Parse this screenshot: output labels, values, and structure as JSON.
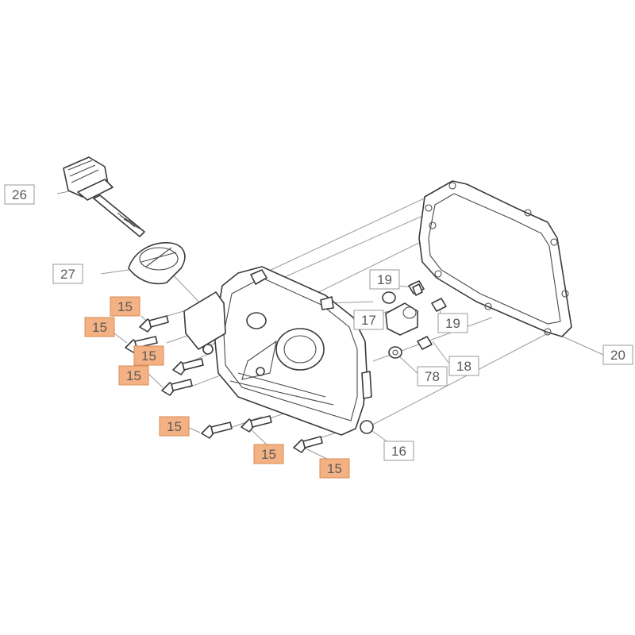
{
  "colors": {
    "highlight_fill": "#f4b183",
    "highlight_stroke": "#d98c54",
    "plain_fill": "#ffffff",
    "plain_stroke": "#9a9a9a",
    "line": "#3a3a3a"
  },
  "callouts": [
    {
      "id": "c26",
      "text": "26",
      "highlight": false
    },
    {
      "id": "c27",
      "text": "27",
      "highlight": false
    },
    {
      "id": "c19a",
      "text": "19",
      "highlight": false
    },
    {
      "id": "c17",
      "text": "17",
      "highlight": false
    },
    {
      "id": "c19b",
      "text": "19",
      "highlight": false
    },
    {
      "id": "c18",
      "text": "18",
      "highlight": false
    },
    {
      "id": "c78",
      "text": "78",
      "highlight": false
    },
    {
      "id": "c20",
      "text": "20",
      "highlight": false
    },
    {
      "id": "c16",
      "text": "16",
      "highlight": false
    },
    {
      "id": "c15a",
      "text": "15",
      "highlight": true
    },
    {
      "id": "c15b",
      "text": "15",
      "highlight": true
    },
    {
      "id": "c15c",
      "text": "15",
      "highlight": true
    },
    {
      "id": "c15d",
      "text": "15",
      "highlight": true
    },
    {
      "id": "c15e",
      "text": "15",
      "highlight": true
    },
    {
      "id": "c15f",
      "text": "15",
      "highlight": true
    },
    {
      "id": "c15g",
      "text": "15",
      "highlight": true
    }
  ]
}
